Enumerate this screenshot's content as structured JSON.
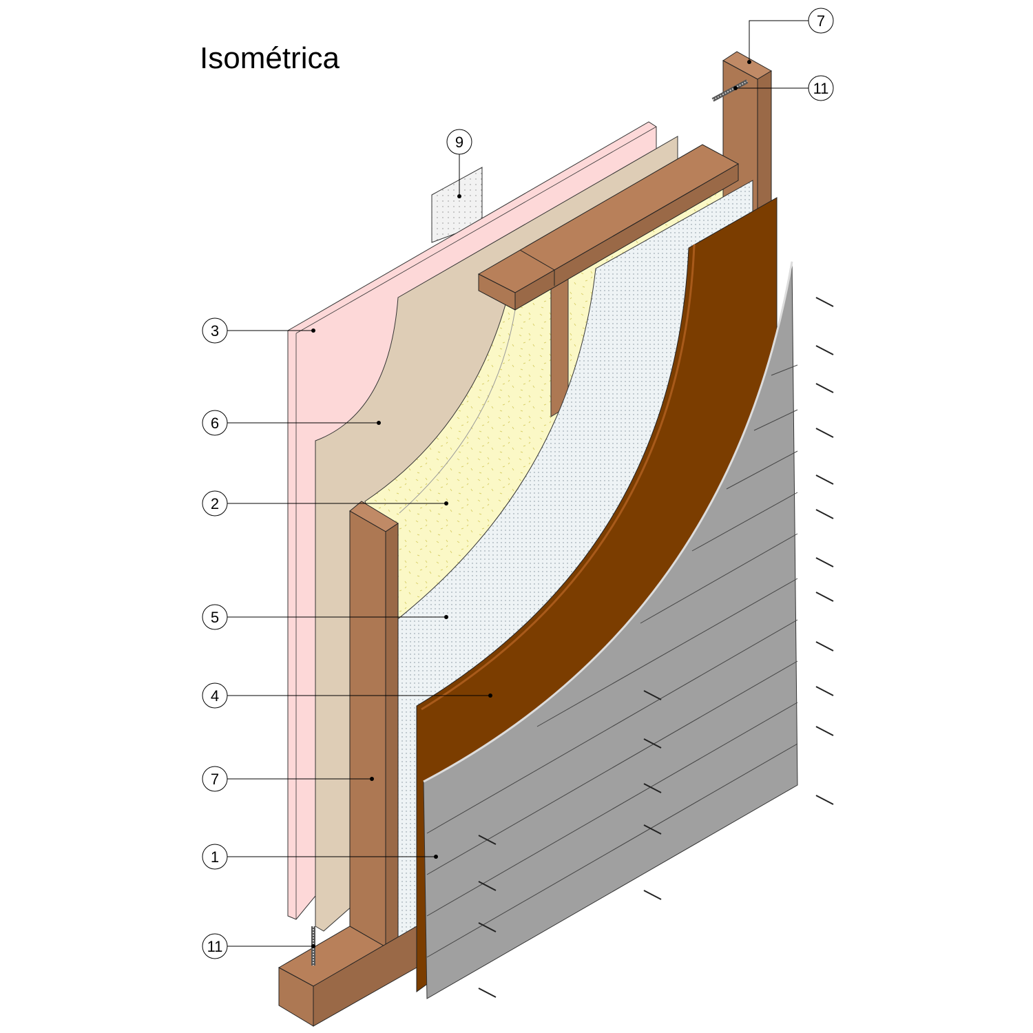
{
  "title": "Isométrica",
  "colors": {
    "plasterboard": "#fdd8d8",
    "beige_board": "#decdb6",
    "insulation": "#fbf8c6",
    "sheathing": "#eef3f5",
    "osb": "#7b3d00",
    "siding": "#a0a0a0",
    "timber": "#ad7853"
  },
  "callouts": [
    {
      "id": "top-7",
      "label": "7"
    },
    {
      "id": "top-11",
      "label": "11"
    },
    {
      "id": "top-9",
      "label": "9"
    },
    {
      "id": "left-3",
      "label": "3"
    },
    {
      "id": "left-6",
      "label": "6"
    },
    {
      "id": "left-2",
      "label": "2"
    },
    {
      "id": "left-5",
      "label": "5"
    },
    {
      "id": "left-4",
      "label": "4"
    },
    {
      "id": "left-7",
      "label": "7"
    },
    {
      "id": "left-1",
      "label": "1"
    },
    {
      "id": "left-11",
      "label": "11"
    }
  ]
}
